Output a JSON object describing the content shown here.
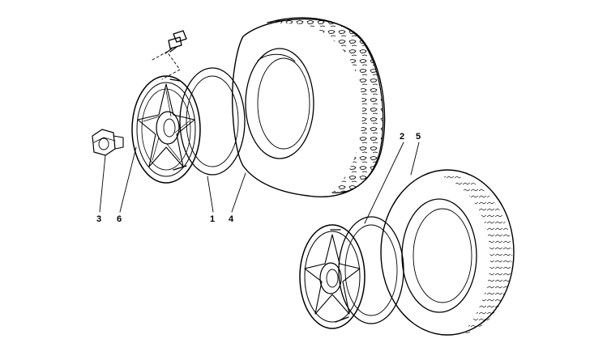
{
  "callouts": {
    "c1": "1",
    "c2": "2",
    "c3": "3",
    "c4": "4",
    "c5": "5",
    "c6": "6"
  },
  "colors": {
    "ink": "#000000",
    "paper": "#ffffff",
    "stipple": "#6b6b6b"
  }
}
